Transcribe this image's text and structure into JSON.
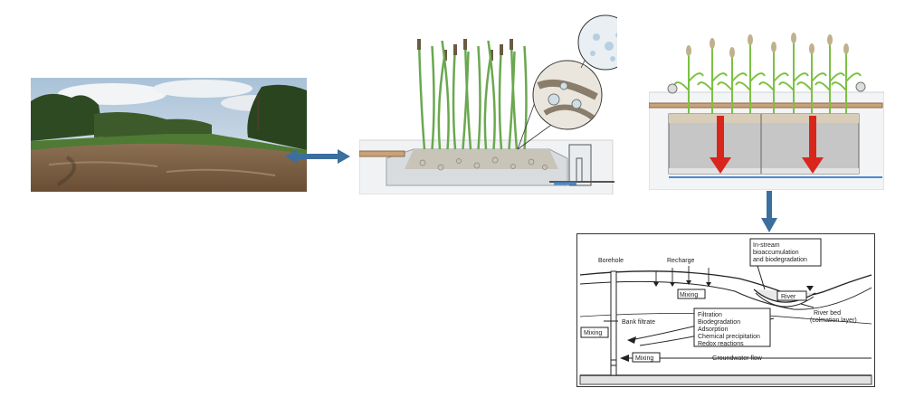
{
  "bank_filtration": {
    "labels": {
      "instream": [
        "In-stream",
        "bioaccumulation",
        "and biodegradation"
      ],
      "borehole": "Borehole",
      "recharge": "Recharge",
      "mixing_top": "Mixing",
      "river": "River",
      "bank_filtrate": "Bank filtrate",
      "processes": [
        "Filtration",
        "Biodegradation",
        "Adsorption",
        "Chemical precipitation",
        "Redox reactions"
      ],
      "riverbed": [
        "River bed",
        "(colmation layer)"
      ],
      "mixing_left": "Mixing",
      "mixing_bottom": "Mixing",
      "groundwater_flow": "Groundwater flow"
    }
  },
  "colors": {
    "connector_arrow": "#3c6e9e",
    "flow_arrow": "#d9261c",
    "reed": "#6aa84f",
    "crop": "#7cc142",
    "soil": "#cfcfcf",
    "water": "#7b5a3a"
  }
}
